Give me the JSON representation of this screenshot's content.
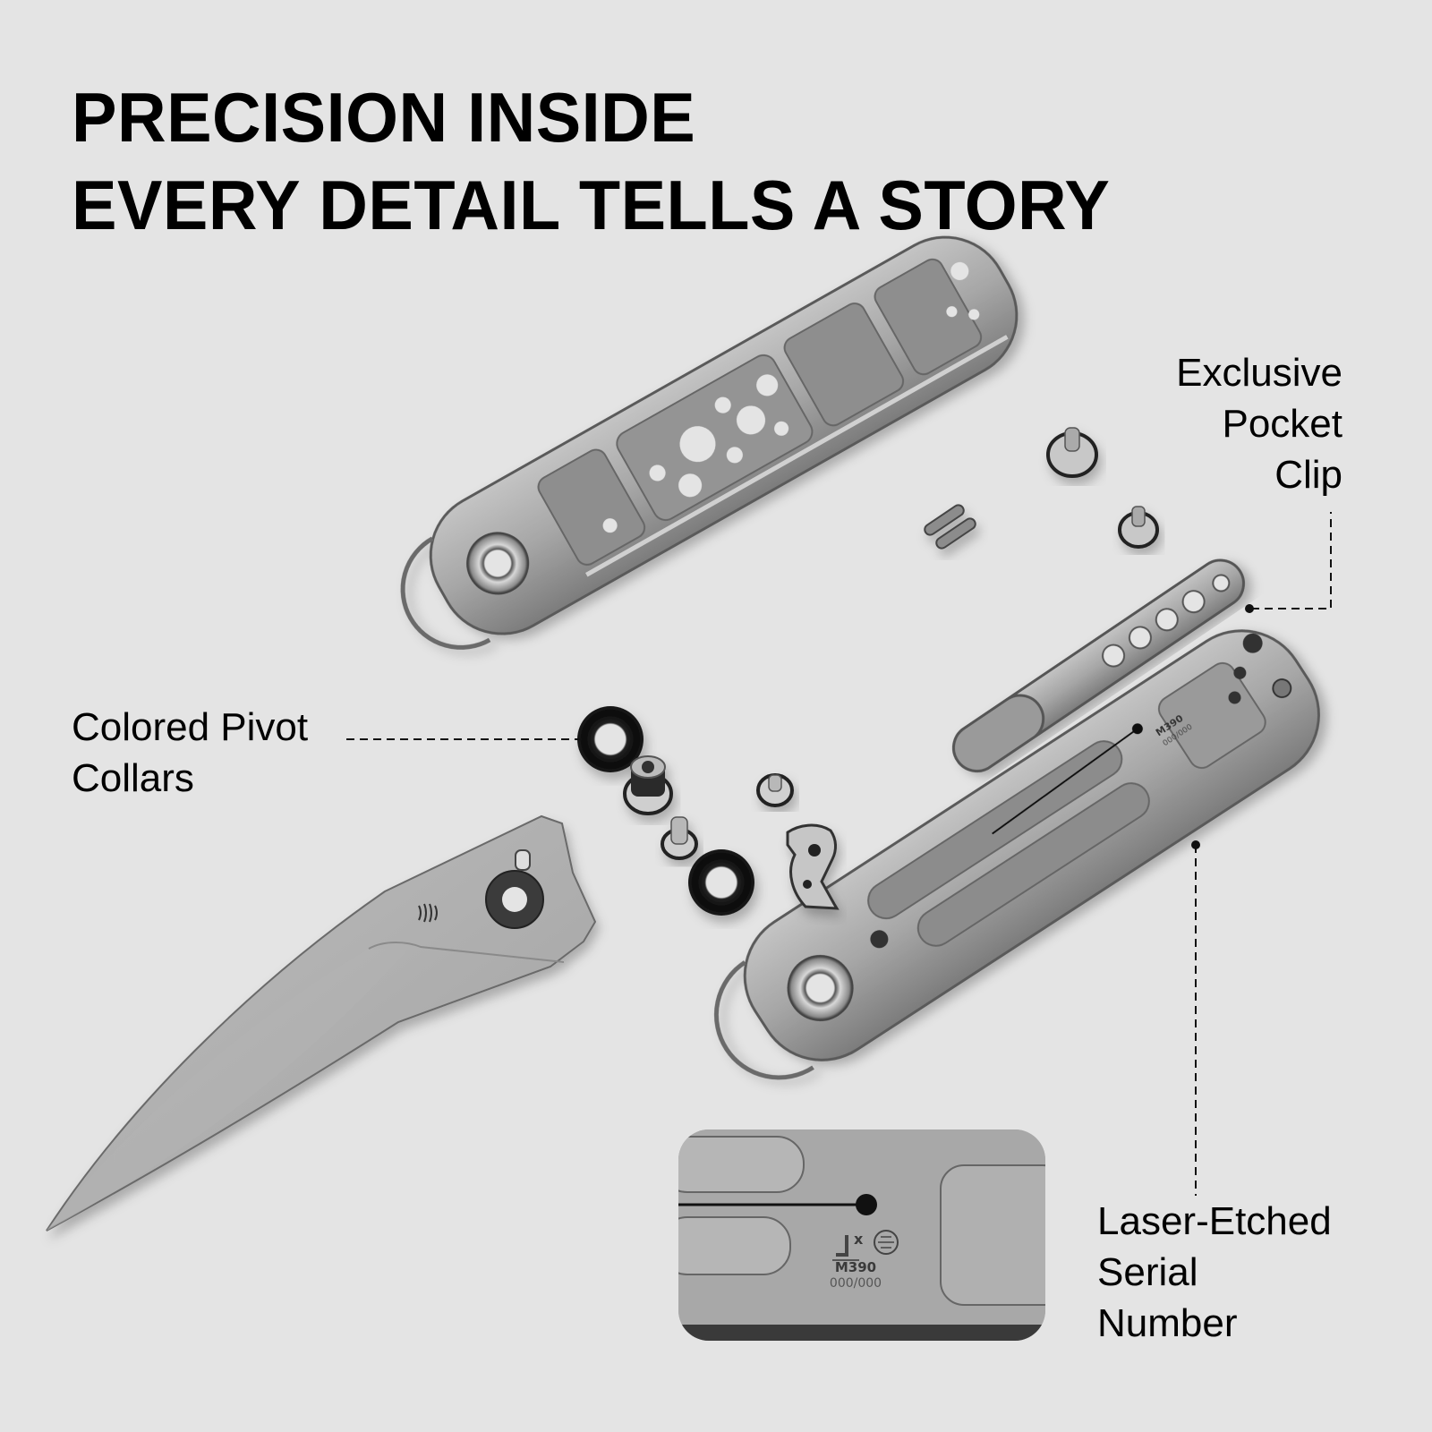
{
  "headline": {
    "line1": "PRECISION INSIDE",
    "line2": "EVERY DETAIL TELLS A STORY"
  },
  "callouts": {
    "pocket_clip": {
      "lines": [
        "Exclusive",
        "Pocket",
        "Clip"
      ]
    },
    "pivot_collars": {
      "lines": [
        "Colored Pivot",
        "Collars"
      ]
    },
    "serial_number": {
      "lines": [
        "Laser-Etched",
        "Serial",
        "Number"
      ]
    }
  },
  "inset": {
    "steel": "M390",
    "serial": "000/000",
    "collab_mark": "x"
  },
  "components": [
    "upper-handle-scale",
    "lower-handle-scale",
    "blade",
    "pocket-clip",
    "pivot-collar",
    "pivot-collar",
    "pivot-screw",
    "standoff-screw",
    "clip-screw",
    "clip-screw",
    "small-screw",
    "lock-bar",
    "pins"
  ],
  "colors": {
    "background": "#e4e4e4",
    "text": "#000000",
    "steel": "#a8a8a8",
    "steel_dark": "#6e6e6e",
    "collar": "#111111"
  }
}
